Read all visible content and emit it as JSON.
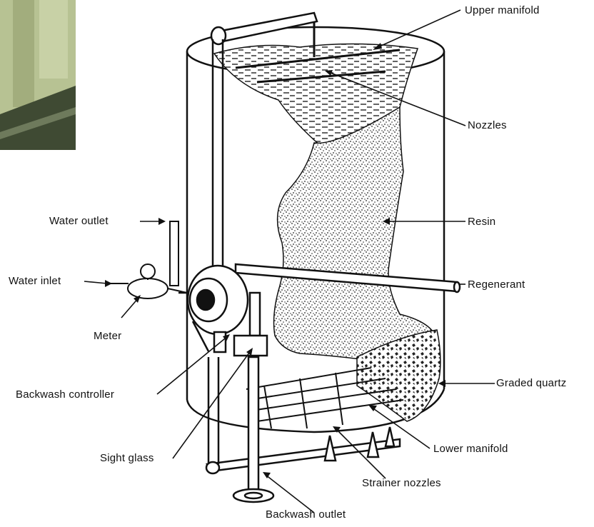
{
  "labels": {
    "upper_manifold": "Upper manifold",
    "nozzles": "Nozzles",
    "resin": "Resin",
    "regenerant": "Regenerant",
    "graded_quartz": "Graded quartz",
    "lower_manifold": "Lower manifold",
    "strainer_nozzles": "Strainer nozzles",
    "backwash_outlet": "Backwash outlet",
    "sight_glass": "Sight glass",
    "backwash_controller": "Backwash controller",
    "meter": "Meter",
    "water_inlet": "Water inlet",
    "water_outlet": "Water outlet"
  },
  "colors": {
    "ink": "#111111",
    "photo_green": "#b7c293",
    "photo_dark": "#3f4a33"
  }
}
